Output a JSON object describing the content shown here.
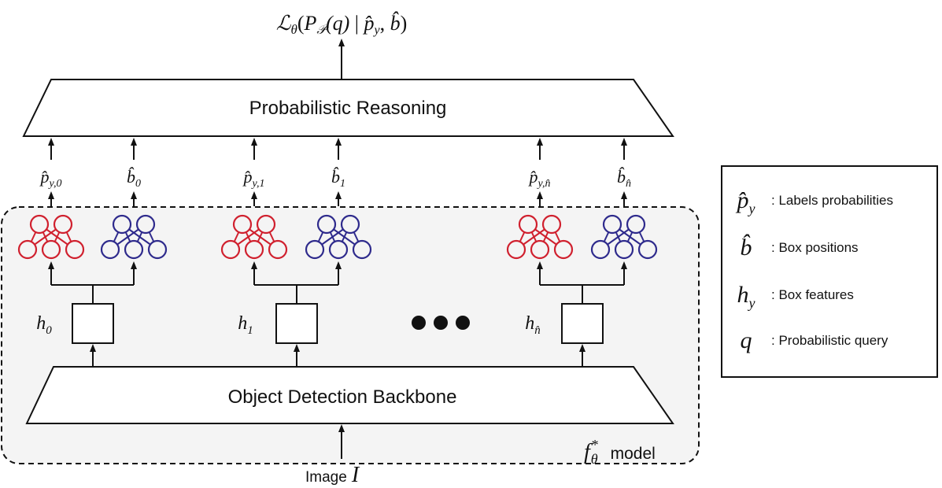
{
  "loss": {
    "text": "ℒ",
    "theta": "θ",
    "open": "(",
    "P": "P",
    "P_sub": "𝒫",
    "q_arg": "(q)",
    "sep": " | ",
    "p": "p̂",
    "y": "y",
    "comma": ", ",
    "b": "b̂",
    "close": ")"
  },
  "reasoning_label": "Probabilistic Reasoning",
  "backbone_label": "Object Detection Backbone",
  "outputs": [
    {
      "p_main": "p̂",
      "p_sub": "y,0",
      "b_main": "b̂",
      "b_sub": "0",
      "h_main": "h",
      "h_sub": "0"
    },
    {
      "p_main": "p̂",
      "p_sub": "y,1",
      "b_main": "b̂",
      "b_sub": "1",
      "h_main": "h",
      "h_sub": "1"
    },
    {
      "p_main": "p̂",
      "p_sub": "y,n̂",
      "b_main": "b̂",
      "b_sub": "n̂",
      "h_main": "h",
      "h_sub": "n̂"
    }
  ],
  "model_label": {
    "f": "f",
    "sup": "*",
    "sub": "θ",
    "word": "model"
  },
  "image_label": {
    "word": "Image",
    "symbol": "I"
  },
  "legend": [
    {
      "sym_main": "p̂",
      "sym_sub": "y",
      "desc": ": Labels probabilities"
    },
    {
      "sym_main": "b̂",
      "sym_sub": "",
      "desc": ": Box positions"
    },
    {
      "sym_main": "h",
      "sym_sub": "y",
      "desc": ": Box features"
    },
    {
      "sym_main": "q",
      "sym_sub": "",
      "desc": ": Probabilistic query"
    }
  ],
  "colors": {
    "red_net": "#d0202e",
    "blue_net": "#2e2a8c",
    "panel_fill": "#f4f4f4",
    "ink": "#111111"
  }
}
